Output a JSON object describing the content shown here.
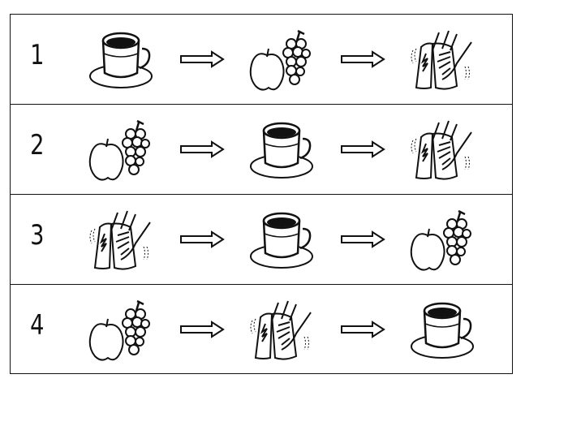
{
  "colors": {
    "ink": "#111111",
    "background": "#ffffff"
  },
  "rows": [
    {
      "number": "1",
      "sequence": [
        "coffee-cup",
        "fruit",
        "hand-towel"
      ]
    },
    {
      "number": "2",
      "sequence": [
        "fruit",
        "coffee-cup",
        "hand-towel"
      ]
    },
    {
      "number": "3",
      "sequence": [
        "hand-towel",
        "coffee-cup",
        "fruit"
      ]
    },
    {
      "number": "4",
      "sequence": [
        "fruit",
        "hand-towel",
        "coffee-cup"
      ]
    }
  ]
}
